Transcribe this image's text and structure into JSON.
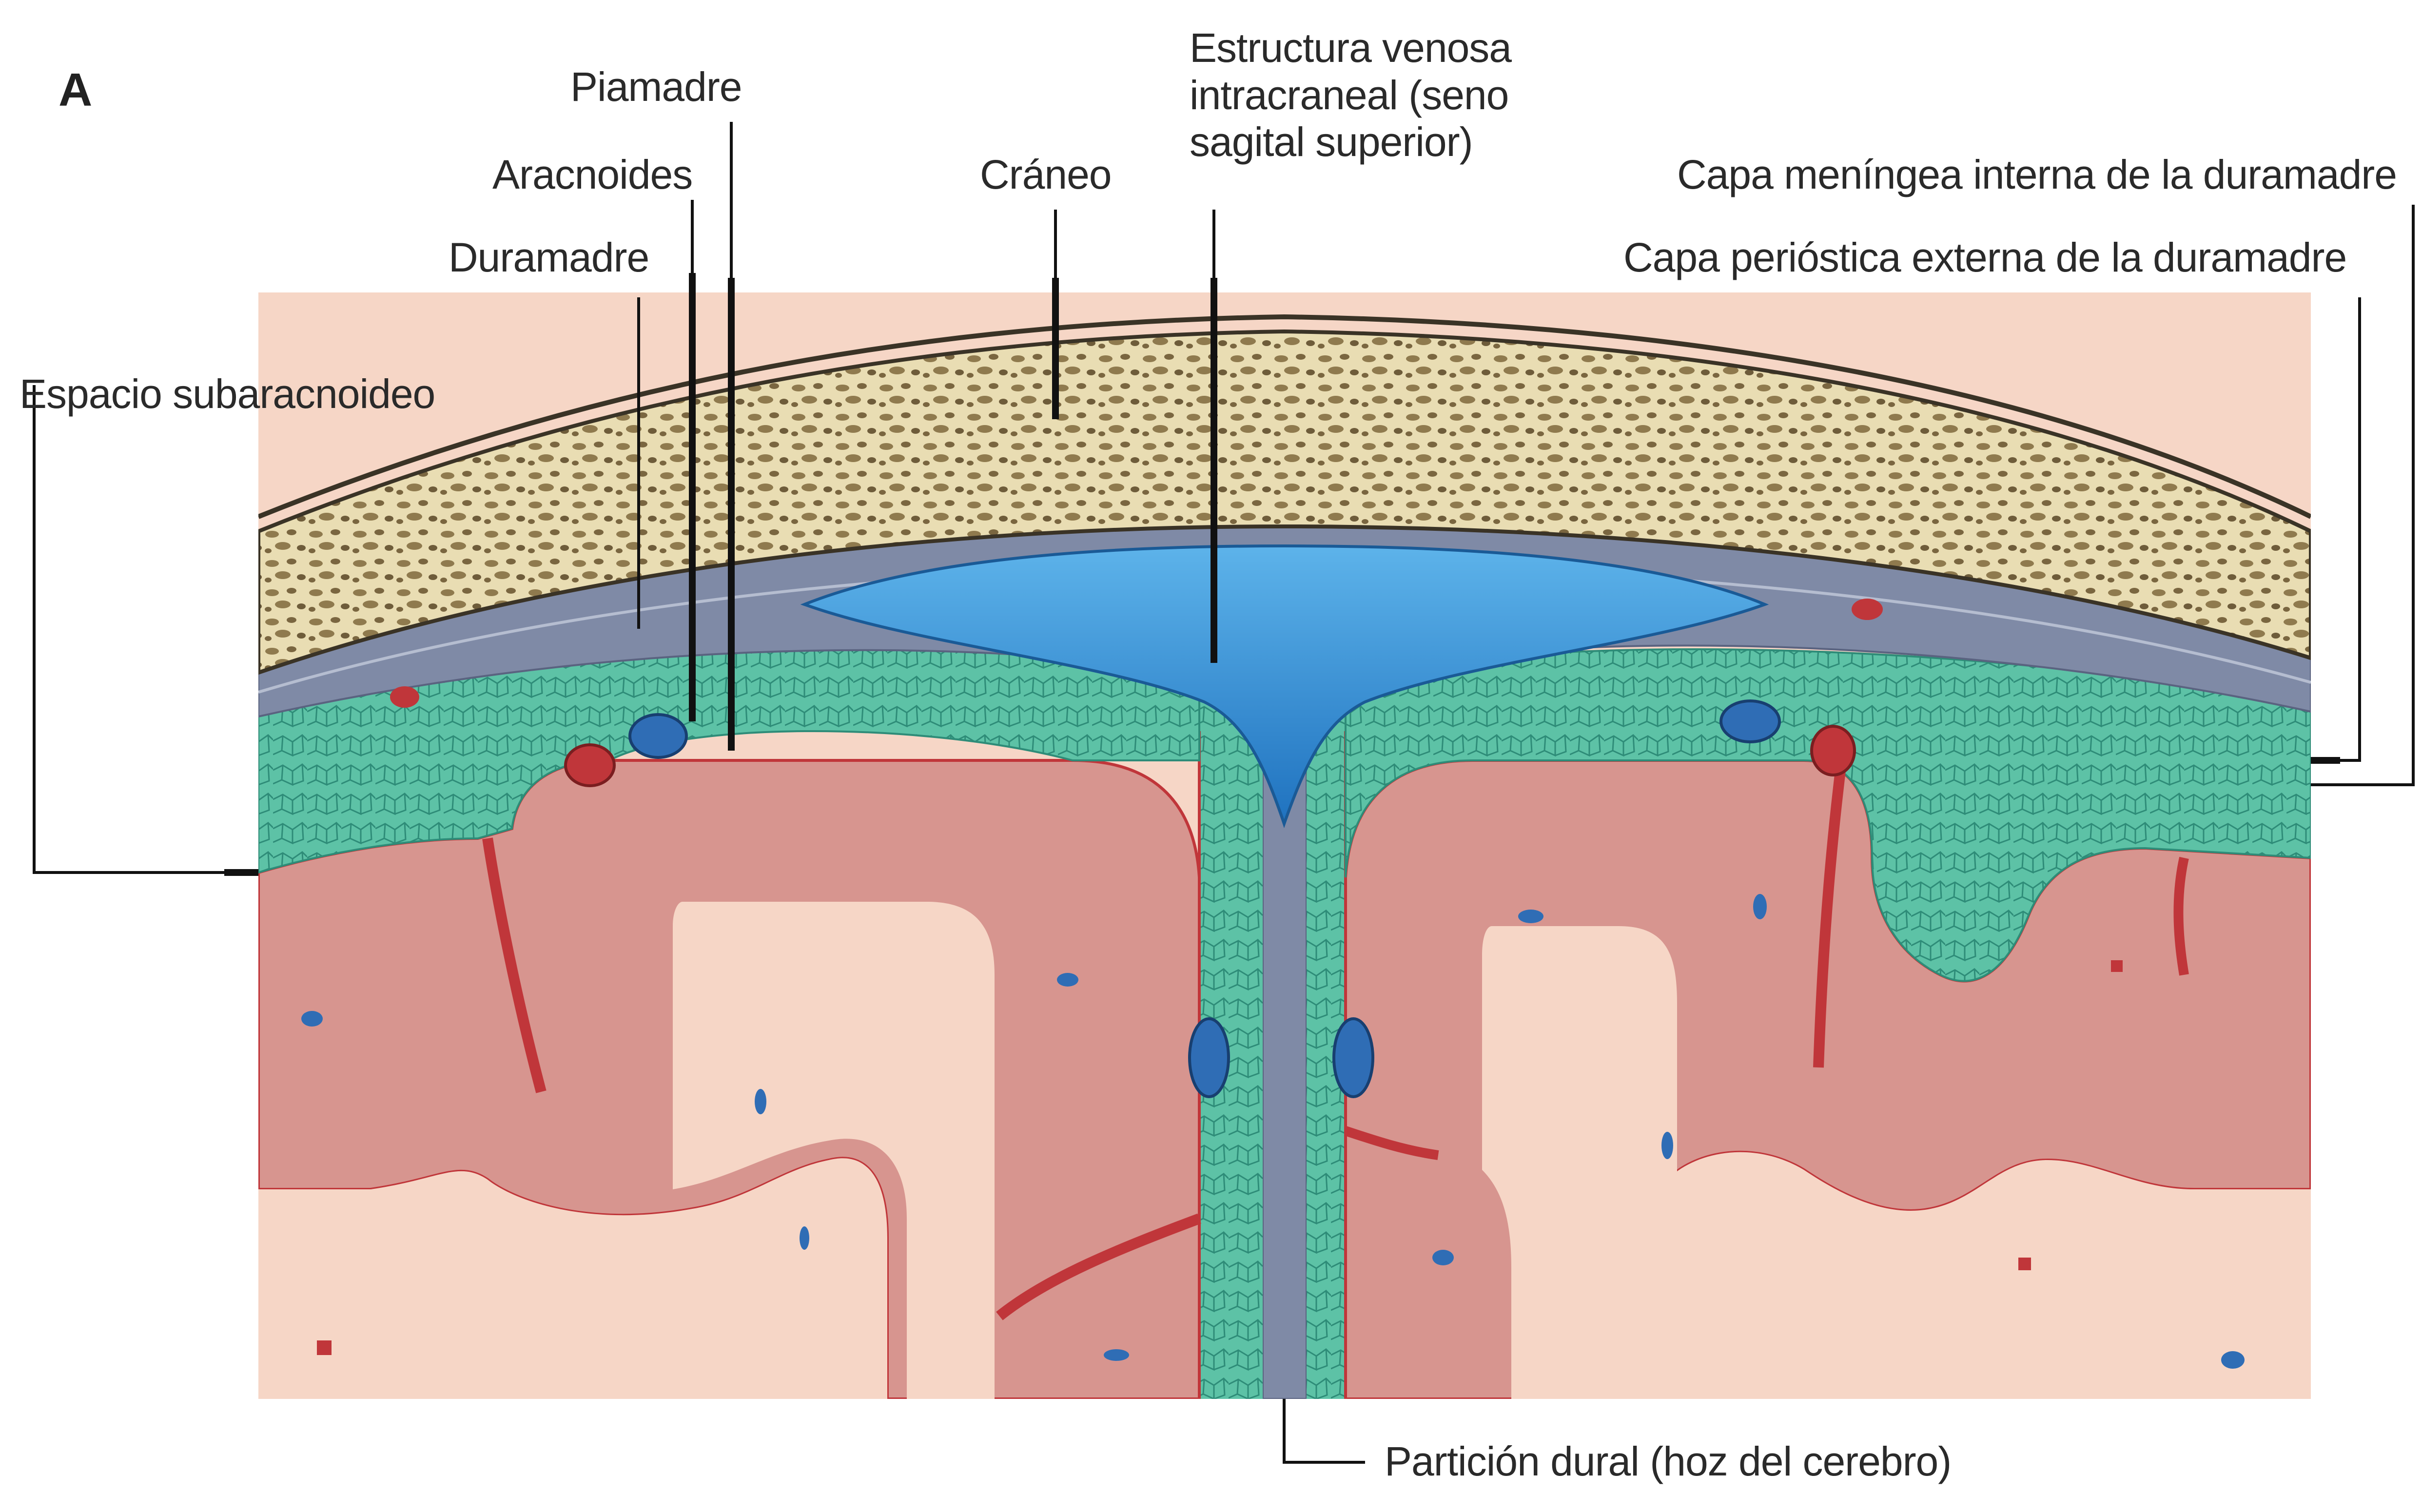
{
  "panel_letter": "A",
  "labels": {
    "piamadre": "Piamadre",
    "aracnoides": "Aracnoides",
    "duramadre": "Duramadre",
    "espacio_subaracnoideo": "Espacio subaracnoideo",
    "craneo": "Cráneo",
    "estructura_venosa": "Estructura venosa intracraneal (seno sagital superior)",
    "capa_meningea": "Capa meníngea interna de la duramadre",
    "capa_periostica": "Capa perióstica externa de la duramadre",
    "particion_dural": "Partición dural (hoz del cerebro)"
  },
  "colors": {
    "bone": "#e9ddb3",
    "bone_spots": "#8f7a4e",
    "dura": "#7f8aa6",
    "sinus": "#2f8fd4",
    "arachnoid": "#5dc2a6",
    "cortex": "#d7958f",
    "white_matter": "#f6d6c6",
    "vessel_red": "#c0363a",
    "vessel_blue": "#2f6db5"
  }
}
